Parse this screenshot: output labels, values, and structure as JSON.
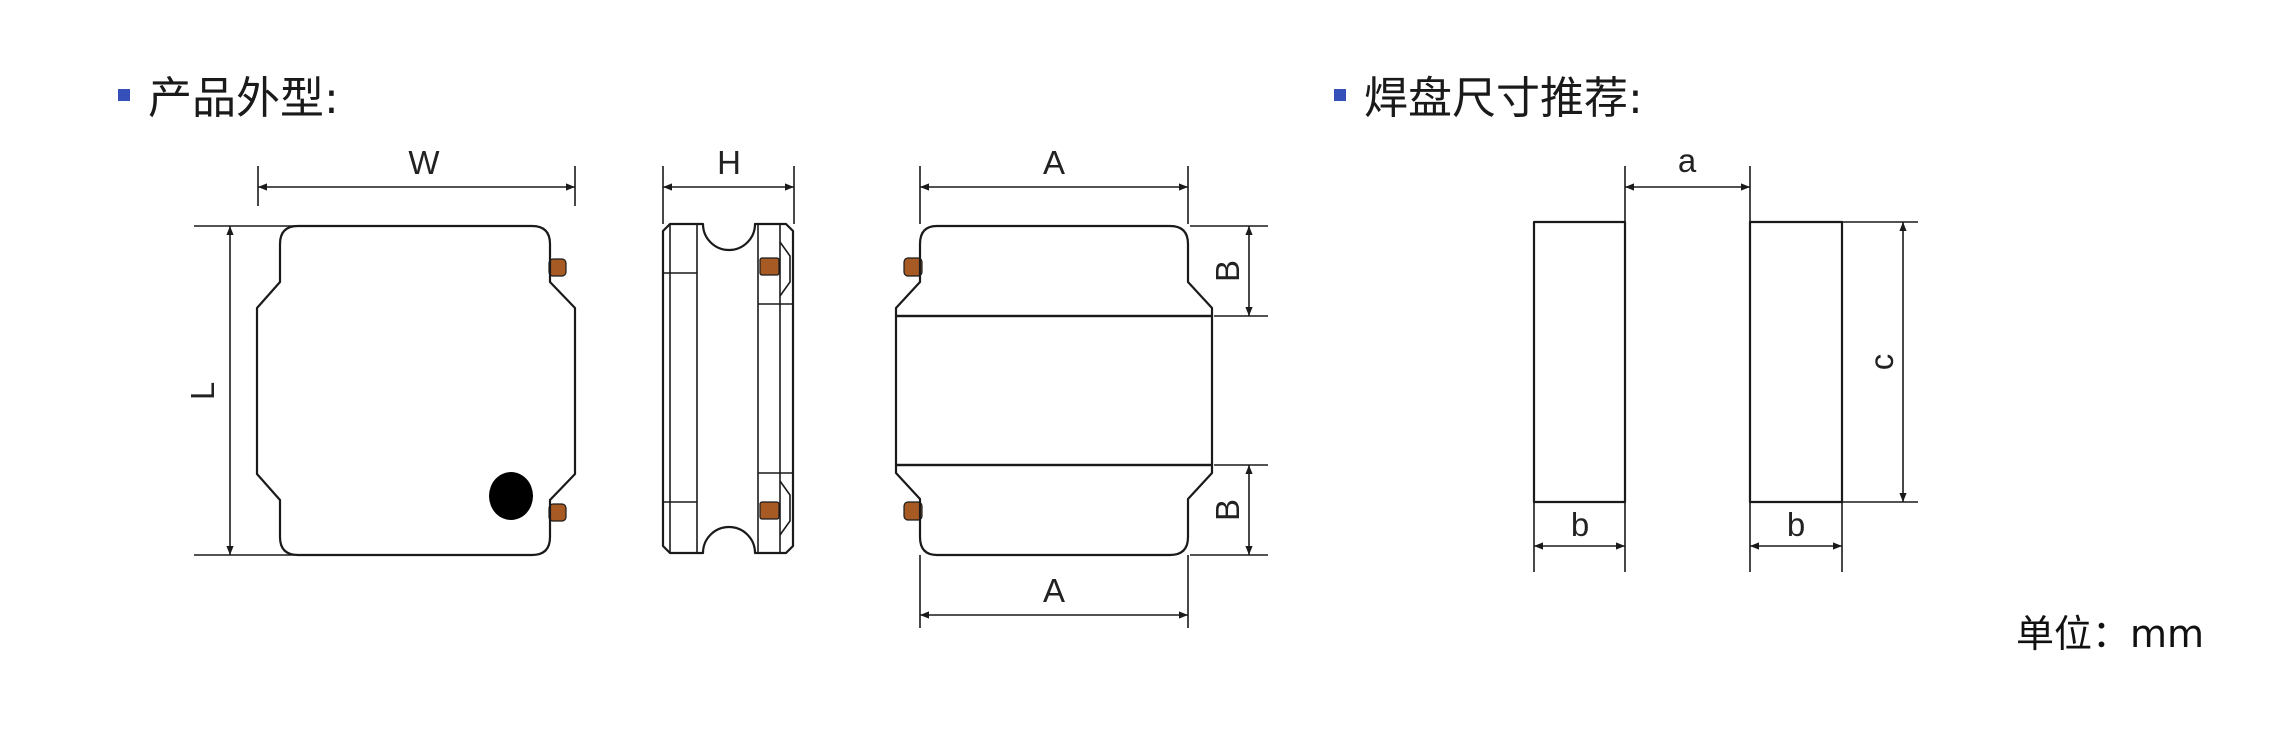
{
  "left_section": {
    "heading": "产品外型:"
  },
  "right_section": {
    "heading": "焊盘尺寸推荐:"
  },
  "dimensions": {
    "w": "W",
    "l": "L",
    "h": "H",
    "a_top": "A",
    "a_bottom": "A",
    "b_top": "B",
    "b_bottom": "B",
    "pad_a": "a",
    "pad_b_left": "b",
    "pad_b_right": "b",
    "pad_c": "c"
  },
  "unit_label": "单位：mm",
  "colors": {
    "bullet": "#3550b8",
    "terminal": "#a85a25",
    "flange_fill": "#f2f2f2",
    "outline": "#1a1a1a"
  }
}
